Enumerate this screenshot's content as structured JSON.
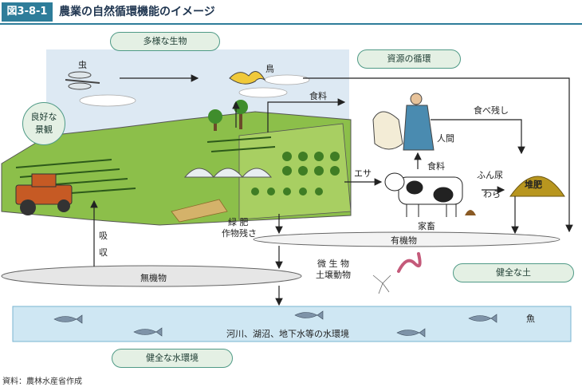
{
  "header": {
    "figure_number": "図3-8-1",
    "title": "農業の自然循環機能のイメージ"
  },
  "labels": {
    "diverse_life": "多様な生物",
    "resource_cycle": "資源の循環",
    "insect": "虫",
    "bird": "鳥",
    "good_landscape_1": "良好な",
    "good_landscape_2": "景観",
    "food_1": "食料",
    "food_2": "食料",
    "leftovers": "食べ残し",
    "human": "人間",
    "feed": "エサ",
    "manure": "ふん尿",
    "straw": "わら",
    "compost": "堆肥",
    "livestock": "家畜",
    "green_manure": "緑 肥",
    "crop_residue": "作物残さ",
    "absorption_1": "吸",
    "absorption_2": "収",
    "organic_matter": "有機物",
    "inorganic_matter": "無機物",
    "microorganisms": "微 生 物",
    "soil_animals": "土壌動物",
    "healthy_soil": "健全な土",
    "fish": "魚",
    "water_environment": "河川、湖沼、地下水等の水環境",
    "healthy_water": "健全な水環境"
  },
  "source": "資料：農林水産省作成",
  "colors": {
    "accent": "#2e7d9a",
    "pill_fill": "#e4f0e4",
    "pill_border": "#4f9a86",
    "water": "#cfe7f3",
    "field_green": "#7fb03e",
    "compost": "#b8961f"
  }
}
